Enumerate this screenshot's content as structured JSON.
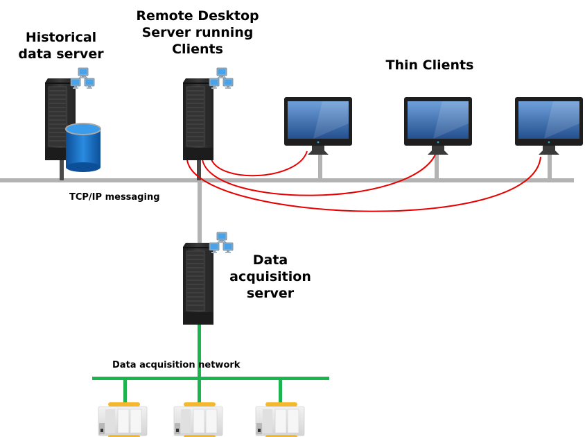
{
  "labels": {
    "historical_server": "Historical\ndata server",
    "rds_server": "Remote Desktop\nServer running\nClients",
    "thin_clients": "Thin Clients",
    "tcp_ip": "TCP/IP messaging",
    "daq_server": "Data\nacquisition\nserver",
    "daq_network": "Data acquisition network"
  },
  "nodes": {
    "servers": [
      "Historical data server",
      "Remote Desktop Server running Clients",
      "Data acquisition server"
    ],
    "thin_clients": [
      "Thin client 1",
      "Thin client 2",
      "Thin client 3"
    ],
    "plcs": [
      "PLC 1",
      "PLC 2",
      "PLC 3"
    ]
  },
  "colors": {
    "tcp_bus": "#b3b3b3",
    "daq_bus": "#1db34f",
    "session_links": "#e60000",
    "server_body": "#2b2b2b",
    "db_cylinder": "#1a6fc4",
    "screen": "#3d6fb0"
  }
}
